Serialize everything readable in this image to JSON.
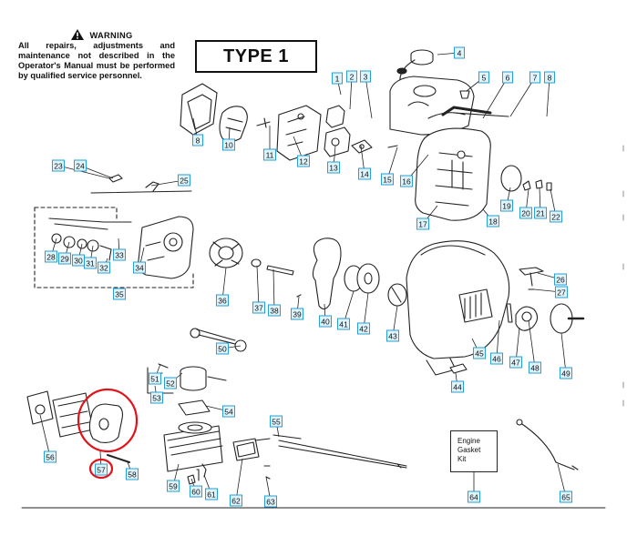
{
  "warning": {
    "title": "WARNING",
    "body": "All repairs, adjustments and maintenance not described in the Operator's Manual must be performed by qualified service personnel."
  },
  "diagram_title": "TYPE 1",
  "kit_box": {
    "line1": "Engine",
    "line2": "Gasket",
    "line3": "Kit"
  },
  "highlighted_part": "57",
  "colors": {
    "callout_border": "#2a9fd6",
    "callout_fill": "#dff3fb",
    "highlight": "#e0121a"
  },
  "parts": [
    {
      "num": "1"
    },
    {
      "num": "2"
    },
    {
      "num": "3"
    },
    {
      "num": "4"
    },
    {
      "num": "5"
    },
    {
      "num": "6"
    },
    {
      "num": "7"
    },
    {
      "num": "8"
    },
    {
      "num": "8"
    },
    {
      "num": "10"
    },
    {
      "num": "11"
    },
    {
      "num": "12"
    },
    {
      "num": "13"
    },
    {
      "num": "14"
    },
    {
      "num": "15"
    },
    {
      "num": "16"
    },
    {
      "num": "17"
    },
    {
      "num": "18"
    },
    {
      "num": "19"
    },
    {
      "num": "20"
    },
    {
      "num": "21"
    },
    {
      "num": "22"
    },
    {
      "num": "23"
    },
    {
      "num": "24"
    },
    {
      "num": "25"
    },
    {
      "num": "28"
    },
    {
      "num": "29"
    },
    {
      "num": "30"
    },
    {
      "num": "31"
    },
    {
      "num": "32"
    },
    {
      "num": "33"
    },
    {
      "num": "34"
    },
    {
      "num": "35"
    },
    {
      "num": "36"
    },
    {
      "num": "37"
    },
    {
      "num": "38"
    },
    {
      "num": "39"
    },
    {
      "num": "40"
    },
    {
      "num": "41"
    },
    {
      "num": "42"
    },
    {
      "num": "43"
    },
    {
      "num": "26"
    },
    {
      "num": "27"
    },
    {
      "num": "45"
    },
    {
      "num": "46"
    },
    {
      "num": "47"
    },
    {
      "num": "48"
    },
    {
      "num": "49"
    },
    {
      "num": "44"
    },
    {
      "num": "50"
    },
    {
      "num": "51"
    },
    {
      "num": "52"
    },
    {
      "num": "53"
    },
    {
      "num": "54"
    },
    {
      "num": "55"
    },
    {
      "num": "56"
    },
    {
      "num": "57"
    },
    {
      "num": "58"
    },
    {
      "num": "59"
    },
    {
      "num": "60"
    },
    {
      "num": "61"
    },
    {
      "num": "62"
    },
    {
      "num": "63"
    },
    {
      "num": "64"
    },
    {
      "num": "65"
    }
  ]
}
